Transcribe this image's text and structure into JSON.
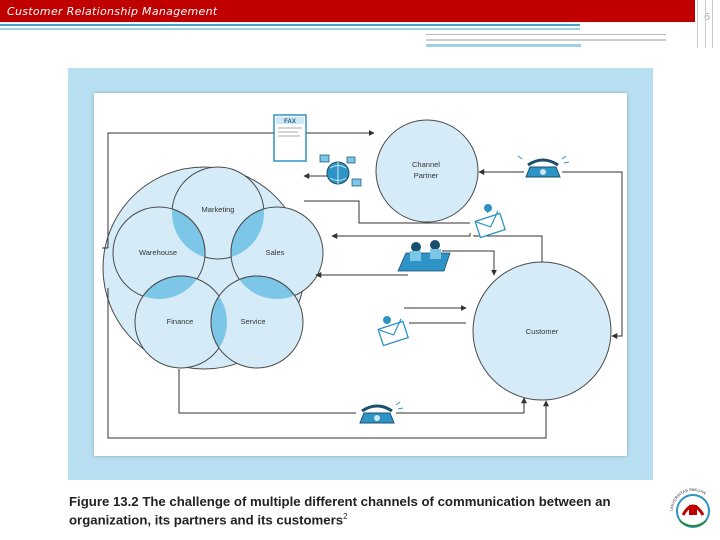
{
  "header": {
    "title": "Customer Relationship Management",
    "page_number": "6"
  },
  "diagram": {
    "nodes": {
      "marketing": "Marketing",
      "warehouse": "Warehouse",
      "sales": "Sales",
      "finance": "Finance",
      "service": "Service",
      "channel_partner_line1": "Channel",
      "channel_partner_line2": "Partner",
      "customer": "Customer"
    },
    "fax_label": "FAX"
  },
  "caption": {
    "label": "Figure 13.2",
    "text": "The challenge of multiple different channels of communication between an organization, its partners and its customers",
    "footnote_mark": "2"
  },
  "logo": {
    "ring_text": "UNIVERSITAS PAKUAN"
  },
  "colors": {
    "header_red": "#c00000",
    "frame_blue": "#b7def1",
    "circle_fill": "#d5ecf8",
    "overlap_fill": "#7cc6e8",
    "icon_blue": "#2e93c5"
  }
}
